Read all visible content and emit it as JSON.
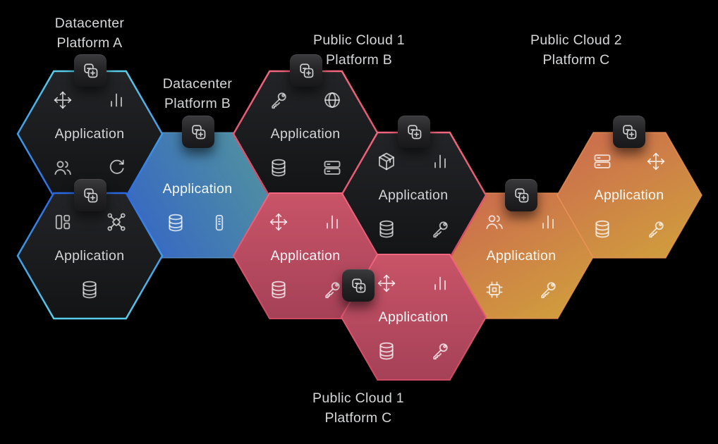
{
  "platform_labels": [
    {
      "id": "datacenter-platform-a",
      "line1": "Datacenter",
      "line2": "Platform A"
    },
    {
      "id": "datacenter-platform-b",
      "line1": "Datacenter",
      "line2": "Platform B"
    },
    {
      "id": "public-cloud-1-platform-b",
      "line1": "Public Cloud 1",
      "line2": "Platform B"
    },
    {
      "id": "public-cloud-2-platform-c",
      "line1": "Public Cloud 2",
      "line2": "Platform C"
    },
    {
      "id": "public-cloud-1-platform-c",
      "line1": "Public Cloud 1",
      "line2": "Platform C"
    }
  ],
  "hexagons": [
    {
      "label": "Application",
      "platform": "Datacenter Platform A",
      "icons_top": [
        "move-icon",
        "bar-chart-icon"
      ],
      "icons_bottom": [
        "users-icon",
        "refresh-icon"
      ]
    },
    {
      "label": "Application",
      "platform": "Datacenter Platform A",
      "icons_top": [
        "layout-icon",
        "network-icon"
      ],
      "icons_bottom": [
        "database-icon"
      ]
    },
    {
      "label": "Application",
      "platform": "Datacenter Platform B",
      "icons_top": [],
      "icons_bottom": [
        "database-icon",
        "server-icon"
      ]
    },
    {
      "label": "Application",
      "platform": "Public Cloud 1 Platform B",
      "icons_top": [
        "key-icon",
        "globe-icon"
      ],
      "icons_bottom": [
        "database-icon",
        "rack-icon"
      ]
    },
    {
      "label": "Application",
      "platform": "Public Cloud 1 Platform B",
      "icons_top": [
        "package-icon",
        "bar-chart-icon"
      ],
      "icons_bottom": [
        "database-icon",
        "key-icon"
      ]
    },
    {
      "label": "Application",
      "platform": "Public Cloud 1 Platform C",
      "icons_top": [
        "move-icon",
        "bar-chart-icon"
      ],
      "icons_bottom": [
        "database-icon",
        "key-icon"
      ]
    },
    {
      "label": "Application",
      "platform": "Public Cloud 1 Platform C",
      "icons_top": [
        "move-icon",
        "bar-chart-icon"
      ],
      "icons_bottom": [
        "database-icon",
        "key-icon"
      ]
    },
    {
      "label": "Application",
      "platform": "Public Cloud 2 Platform C",
      "icons_top": [
        "users-icon",
        "bar-chart-icon"
      ],
      "icons_bottom": [
        "cpu-icon",
        "key-icon"
      ]
    },
    {
      "label": "Application",
      "platform": "Public Cloud 2 Platform C",
      "icons_top": [
        "rack-icon",
        "move-icon"
      ],
      "icons_bottom": [
        "database-icon",
        "key-icon"
      ]
    }
  ],
  "badge": {
    "icon": "duplicate-add-icon"
  },
  "colors": {
    "background": "#000000",
    "label_text": "#d5d6d8",
    "cyan": "#58cdea",
    "blue": "#2b69e2",
    "blue_fill_start": "#3667c5",
    "blue_fill_end": "#50919f",
    "pink_light": "#f4657f",
    "pink_dark": "#cf4962",
    "red_fill_top": "#c95468",
    "red_fill_bottom": "#a54157",
    "orange_fill_start": "#cc6c4e",
    "orange_fill_end": "#d09d3d",
    "dark_fill_top": "#232427",
    "dark_fill_bottom": "#131416"
  }
}
